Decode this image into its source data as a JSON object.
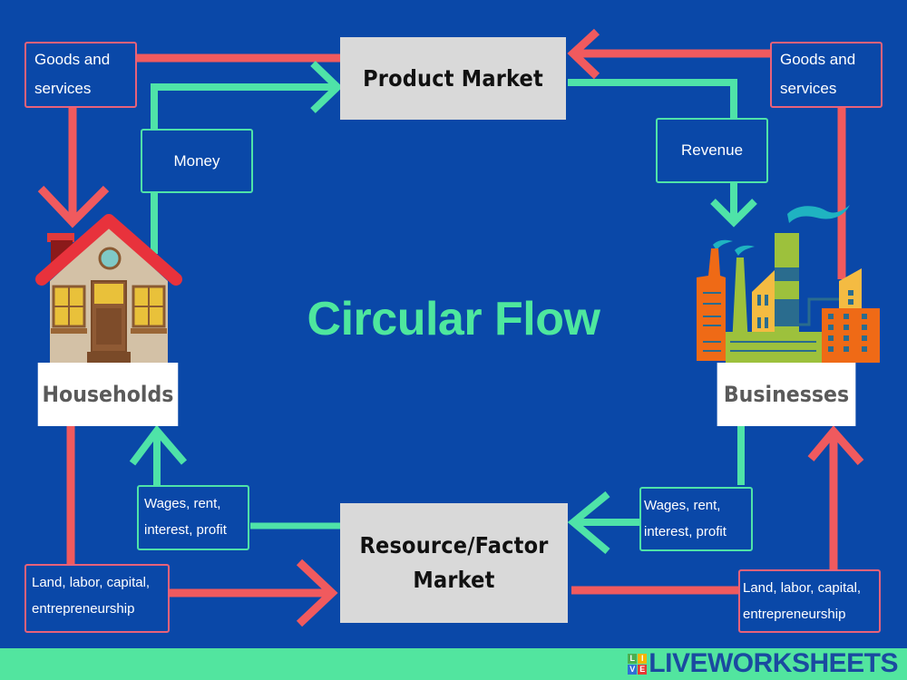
{
  "title": "Circular Flow",
  "colors": {
    "background": "#0a48a8",
    "goods_flow": "#f05a5e",
    "money_flow": "#4fe3a8",
    "market_box": "#d9d9d9",
    "title": "#4ee79e",
    "footer": "#52e59f"
  },
  "markets": {
    "product": "Product Market",
    "resource_line1": "Resource/Factor",
    "resource_line2": "Market"
  },
  "entities": {
    "households": "Households",
    "businesses": "Businesses"
  },
  "icons": {
    "households": "house-icon",
    "businesses": "factory-icon"
  },
  "labels": {
    "goods_left_1": "Goods and",
    "goods_left_2": "services",
    "goods_right_1": "Goods and",
    "goods_right_2": "services",
    "money": "Money",
    "revenue": "Revenue",
    "wages_left_1": "Wages, rent,",
    "wages_left_2": "interest, profit",
    "wages_right_1": "Wages, rent,",
    "wages_right_2": "interest, profit",
    "land_left_1": "Land, labor,  capital,",
    "land_left_2": "entrepreneurship",
    "land_right_1": "Land, labor,  capital,",
    "land_right_2": "entrepreneurship"
  },
  "footer": {
    "brand": "LIVEWORKSHEETS",
    "logo_letters": [
      "L",
      "I",
      "V",
      "E"
    ],
    "logo_colors": [
      "#4caf50",
      "#f5b400",
      "#2f6fd6",
      "#e53935"
    ]
  }
}
